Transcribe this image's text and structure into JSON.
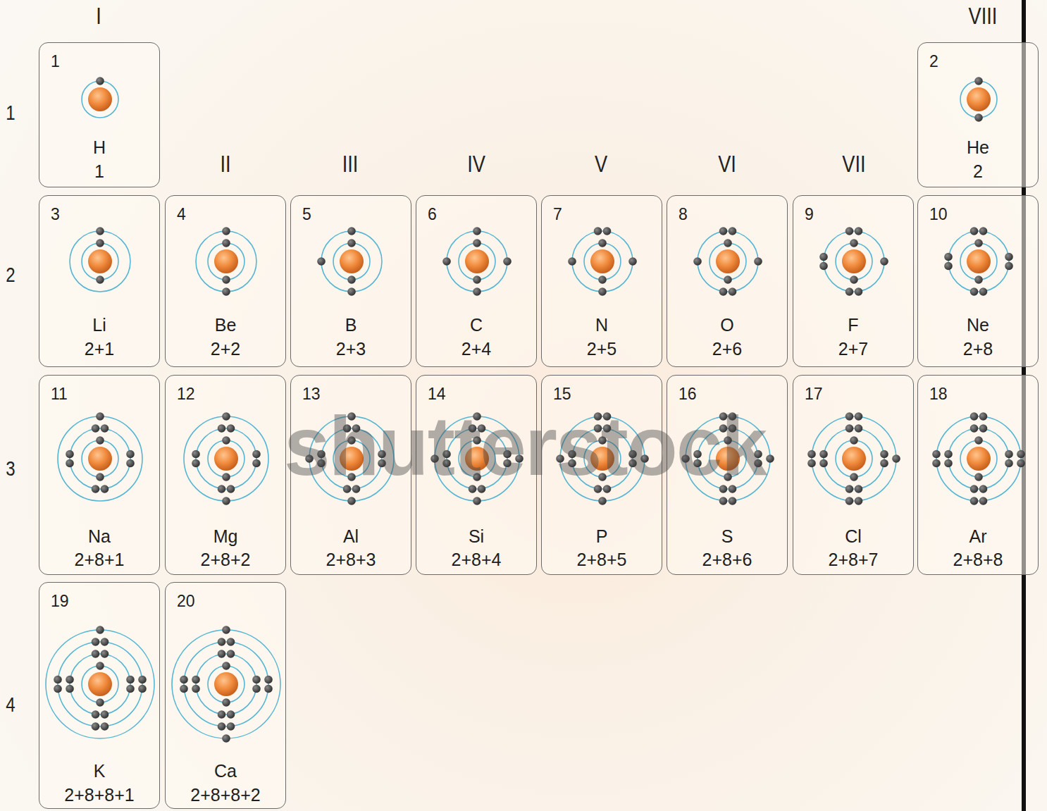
{
  "diagram": {
    "nodes": [
      {
        "text": [
          "1",
          "H",
          "1"
        ]
      },
      {
        "text": [
          "2",
          "He",
          "2"
        ]
      },
      {
        "text": [
          "3",
          "Li",
          "2+1"
        ]
      },
      {
        "text": [
          "4",
          "Be",
          "2+2"
        ]
      },
      {
        "text": [
          "5",
          "B",
          "2+3"
        ]
      },
      {
        "text": [
          "6",
          "C",
          "2+4"
        ]
      },
      {
        "text": [
          "7",
          "N",
          "2+5"
        ]
      },
      {
        "text": [
          "8",
          "O",
          "2+6"
        ]
      },
      {
        "text": [
          "9",
          "F",
          "2+7"
        ]
      },
      {
        "text": [
          "10",
          "Ne",
          "2+8"
        ]
      },
      {
        "text": [
          "11",
          "Na",
          "2+8+1"
        ]
      },
      {
        "text": [
          "12",
          "Mg",
          "2+8+2"
        ]
      },
      {
        "text": [
          "13",
          "Al",
          "2+8+3"
        ]
      },
      {
        "text": [
          "14",
          "Si",
          "2+8+4"
        ]
      },
      {
        "text": [
          "15",
          "P",
          "2+8+5"
        ]
      },
      {
        "text": [
          "16",
          "S",
          "2+8+6"
        ]
      },
      {
        "text": [
          "17",
          "Cl",
          "2+8+7"
        ]
      },
      {
        "text": [
          "18",
          "Ar",
          "2+8+8"
        ]
      },
      {
        "text": [
          "19",
          "K",
          "2+8+8+1"
        ]
      },
      {
        "text": [
          "20",
          "Ca",
          "2+8+8+2"
        ]
      }
    ],
    "labels": [
      "I",
      "VIII",
      "1",
      "II",
      "III",
      "IV",
      "V",
      "VI",
      "VII",
      "2",
      "3",
      "4",
      "shutterstock"
    ]
  }
}
